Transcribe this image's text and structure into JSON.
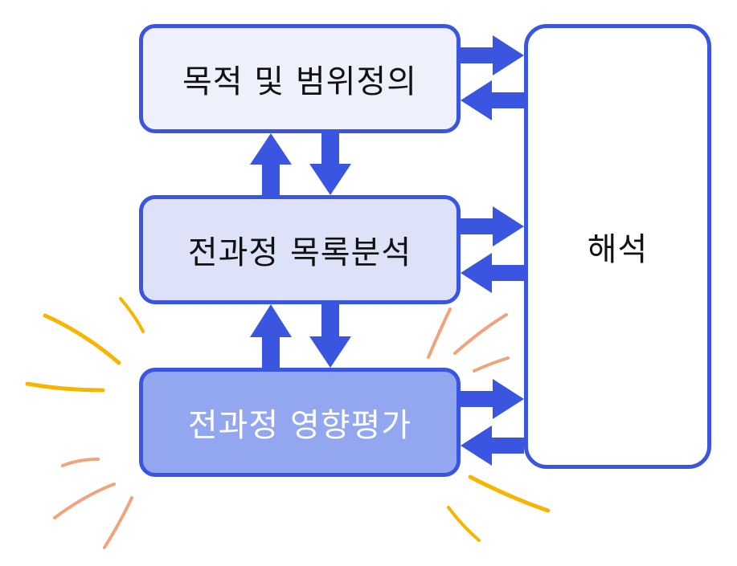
{
  "boxes": {
    "goal": "목적 및 범위정의",
    "inventory": "전과정 목록분석",
    "impact": "전과정 영향평가",
    "interpretation": "해석"
  },
  "colors": {
    "arrow": "#3a55e0",
    "border": "#3a55e0",
    "goal_fill": "#eef1fb",
    "inventory_fill": "#dde2f8",
    "impact_fill": "#93a7f0",
    "spark_yellow": "#f7b500",
    "spark_orange": "#eea47c"
  }
}
